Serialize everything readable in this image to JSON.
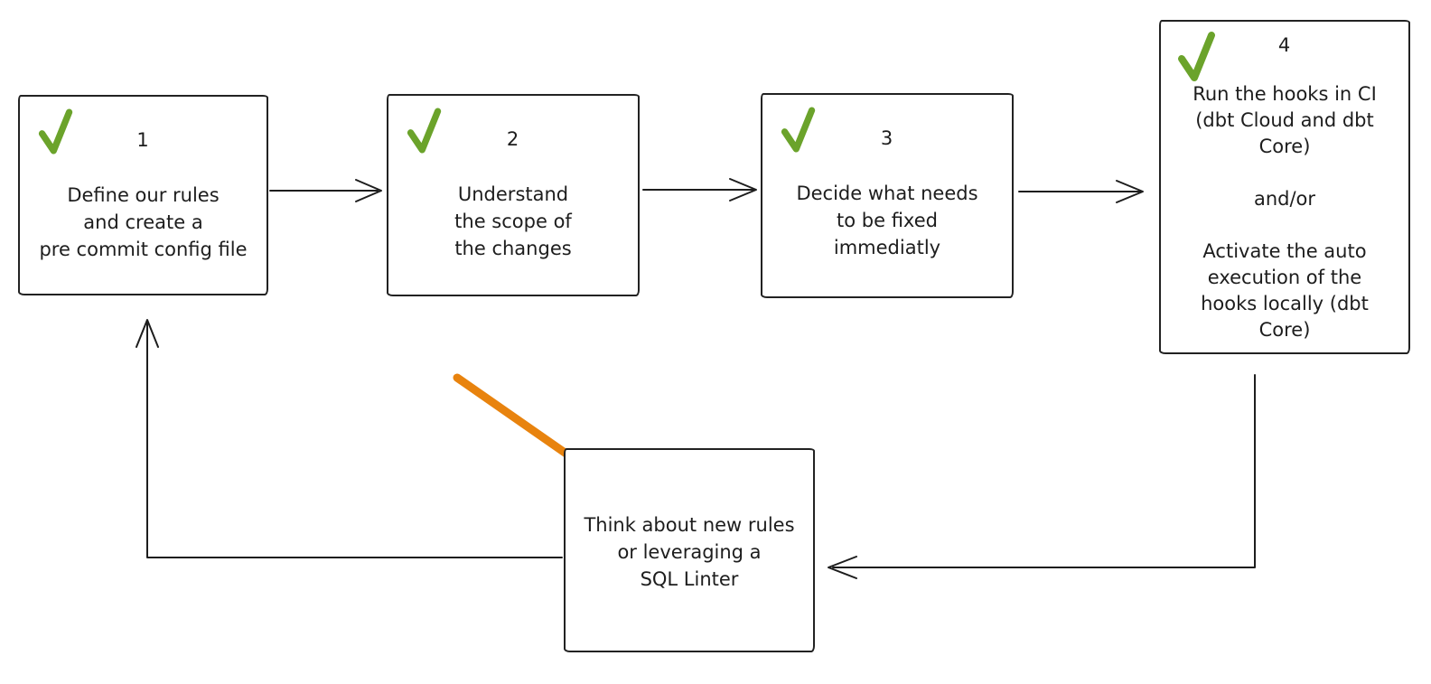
{
  "diagram": {
    "kind": "hand-drawn flowchart",
    "steps": [
      {
        "number": "1",
        "checked": true,
        "text": "Define our rules\nand create a\npre commit config file"
      },
      {
        "number": "2",
        "checked": true,
        "text": "Understand\nthe scope of\nthe changes"
      },
      {
        "number": "3",
        "checked": true,
        "text": "Decide what needs\nto be fixed\nimmediatly"
      },
      {
        "number": "4",
        "checked": true,
        "text": "Run the hooks in CI\n(dbt Cloud and dbt\nCore)\n\nand/or\n\nActivate the auto\nexecution of the\nhooks locally (dbt\nCore)"
      }
    ],
    "loop_node": {
      "text": "Think about new rules\nor leveraging a\nSQL Linter"
    },
    "connectors": [
      "step-1 to step-2",
      "step-2 to step-3",
      "step-3 to step-4",
      "step-4 down-left to loop-node",
      "loop-node left-up back to step-1",
      "orange highlight arrow pointing at loop-node"
    ],
    "colors": {
      "ink": "#1d1d1d",
      "check_green": "#6ba32b",
      "highlight_orange": "#e8830e",
      "background": "#ffffff"
    }
  }
}
